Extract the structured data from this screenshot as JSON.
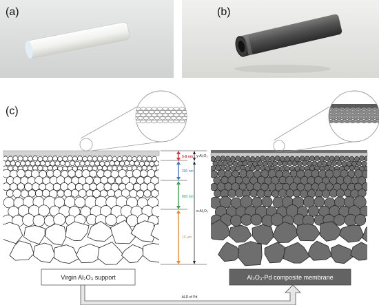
{
  "panels": {
    "a": "(a)",
    "b": "(b)",
    "c": "(c)"
  },
  "scale": {
    "top_label": "5-8 nm",
    "mid1_label": "200 nm",
    "mid2_label": "800 nm",
    "bottom_label": "10 μm",
    "gamma_label": "γ-Al₂O₃",
    "alpha_label": "α-Al₂O₃"
  },
  "captions": {
    "left": "Virgin Al₂O₃ support",
    "right": "Al₂O₃-Pd composite membrane",
    "arrow": "ALD of Pd"
  },
  "colors": {
    "tube_white": "#f4f4f2",
    "tube_dark": "#4a4a4a",
    "particle_fill": "#6e6e6e",
    "red": "#e0343c",
    "blue": "#3a78c8",
    "green": "#2ea84a",
    "orange": "#f08a1c"
  }
}
